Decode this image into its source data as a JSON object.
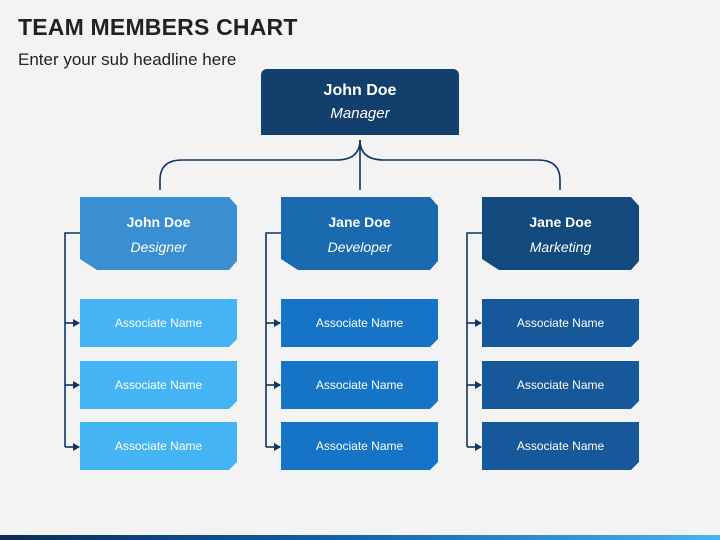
{
  "title": "TEAM MEMBERS CHART",
  "subtitle": "Enter your sub headline here",
  "manager": {
    "name": "John Doe",
    "role": "Manager"
  },
  "leads": [
    {
      "name": "John Doe",
      "role": "Designer",
      "associates": [
        "Associate Name",
        "Associate Name",
        "Associate Name"
      ]
    },
    {
      "name": "Jane Doe",
      "role": "Developer",
      "associates": [
        "Associate Name",
        "Associate Name",
        "Associate Name"
      ]
    },
    {
      "name": "Jane Doe",
      "role": "Marketing",
      "associates": [
        "Associate Name",
        "Associate Name",
        "Associate Name"
      ]
    }
  ],
  "colors": {
    "manager": "#123f6b",
    "lead_1": "#3a8ed2",
    "lead_2": "#1a6aaf",
    "lead_3": "#134a7d",
    "associate_1": "#45b4f5",
    "associate_2": "#1574c6",
    "associate_3": "#16589a",
    "connector": "#0f3760"
  }
}
